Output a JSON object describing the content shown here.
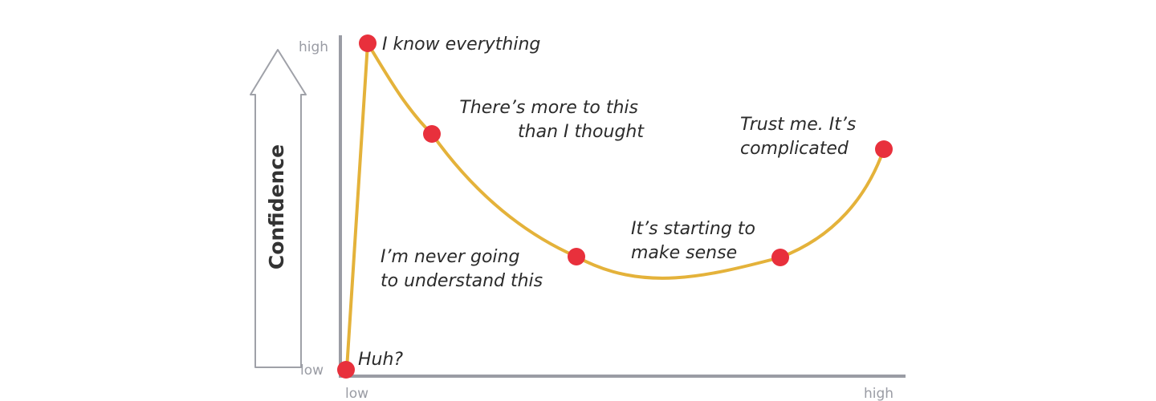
{
  "diagram": {
    "y_axis_label": "Confidence",
    "y_tick_high": "high",
    "y_tick_low": "low",
    "x_tick_low": "low",
    "x_tick_high": "high",
    "curve_color": "#e4b23a",
    "marker_color": "#e8303c",
    "axis_color": "#9a9ca4",
    "stages": [
      {
        "id": "huh",
        "lines": [
          "Huh?"
        ]
      },
      {
        "id": "know-everything",
        "lines": [
          "I know everything"
        ]
      },
      {
        "id": "more-to-this",
        "lines": [
          "There’s more to this",
          "than I thought"
        ]
      },
      {
        "id": "never-understand",
        "lines": [
          "I’m never going",
          "to understand this"
        ]
      },
      {
        "id": "starting-sense",
        "lines": [
          "It’s starting to",
          "make sense"
        ]
      },
      {
        "id": "trust-me",
        "lines": [
          "Trust me. It’s",
          "complicated"
        ]
      }
    ]
  }
}
